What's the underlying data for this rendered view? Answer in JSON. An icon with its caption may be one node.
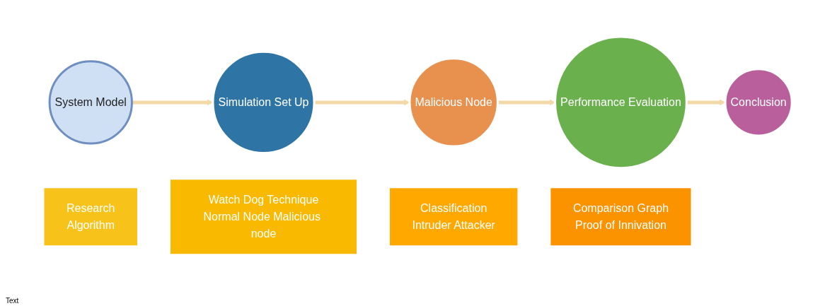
{
  "diagram": {
    "nodes": [
      {
        "text": [
          "System Model"
        ]
      },
      {
        "text": [
          "Research",
          "Algorithm"
        ]
      },
      {
        "text": [
          "Simulation Set Up"
        ]
      },
      {
        "text": [
          "Watch Dog Technique",
          "Normal Node Malicious node"
        ]
      },
      {
        "text": [
          "Malicious Node"
        ]
      },
      {
        "text": [
          "Classification",
          "Intruder Attacker"
        ]
      },
      {
        "text": [
          "Performance Evaluation"
        ]
      },
      {
        "text": [
          "Comparison Graph",
          "Proof of Innivation"
        ]
      },
      {
        "text": [
          "Conclusion"
        ]
      }
    ],
    "edges": [
      {
        "from": 0,
        "to": 2,
        "arrow": "to"
      },
      {
        "from": 2,
        "to": 4,
        "arrow": "to"
      },
      {
        "from": 4,
        "to": 6,
        "arrow": "to"
      },
      {
        "from": 6,
        "to": 8,
        "arrow": "to"
      }
    ],
    "labels": [
      "Text"
    ]
  }
}
